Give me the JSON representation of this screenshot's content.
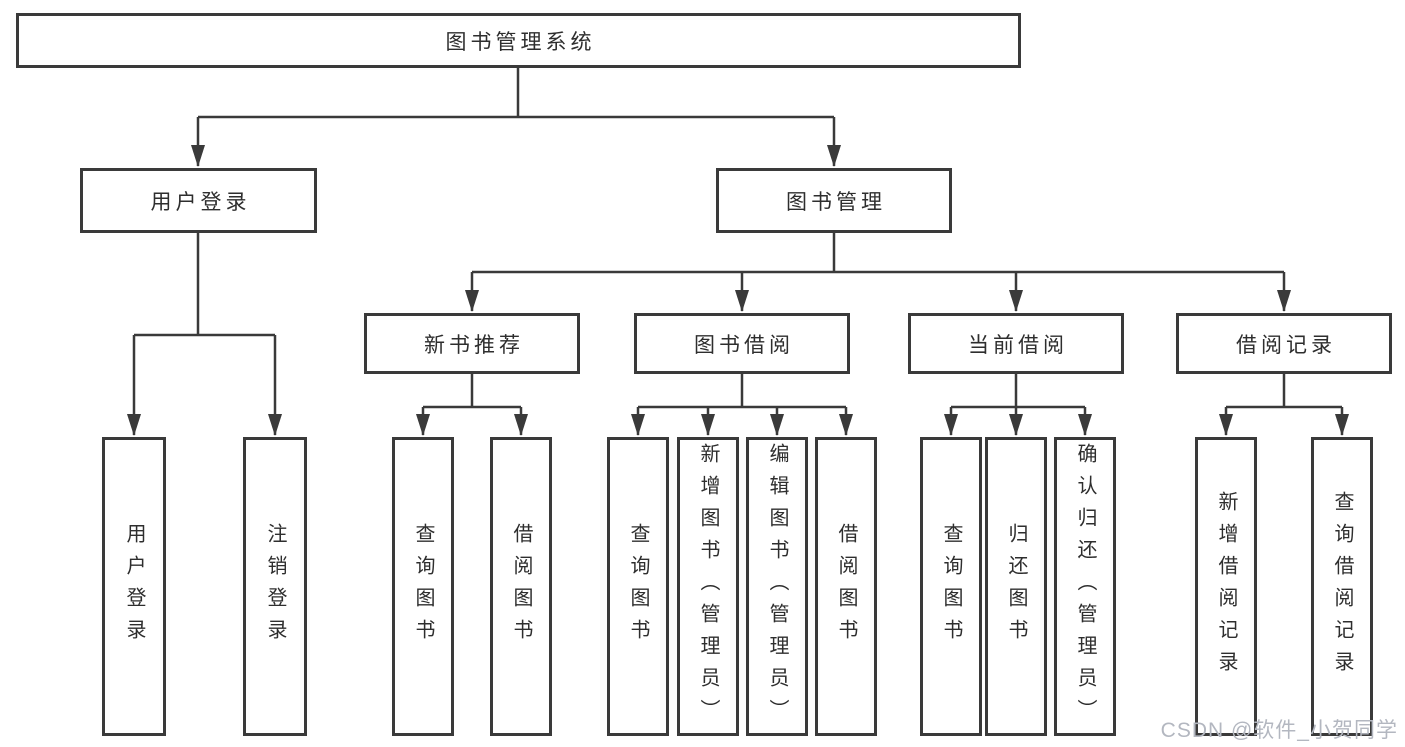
{
  "colors": {
    "line": "#3a3a3a",
    "box_border": "#3a3a3a",
    "text": "#2e2e2e",
    "watermark": "#b3b7c0",
    "background": "#ffffff"
  },
  "tree": {
    "root": "图书管理系统",
    "user_login_branch": {
      "label": "用户登录",
      "children": [
        "用户登录",
        "注销登录"
      ]
    },
    "book_mgmt_branch": {
      "label": "图书管理",
      "groups": [
        {
          "label": "新书推荐",
          "children": [
            "查询图书",
            "借阅图书"
          ]
        },
        {
          "label": "图书借阅",
          "children": [
            "查询图书",
            "新增图书（管理员）",
            "编辑图书（管理员）",
            "借阅图书"
          ]
        },
        {
          "label": "当前借阅",
          "children": [
            "查询图书",
            "归还图书",
            "确认归还（管理员）"
          ]
        },
        {
          "label": "借阅记录",
          "children": [
            "新增借阅记录",
            "查询借阅记录"
          ]
        }
      ]
    }
  },
  "watermark": "CSDN @软件_小贺同学"
}
